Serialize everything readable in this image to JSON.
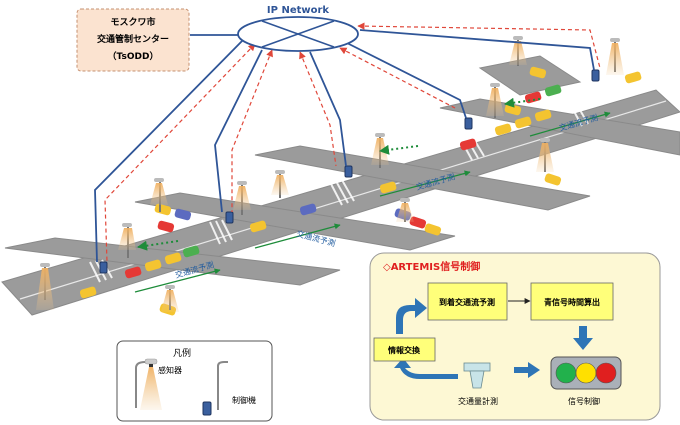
{
  "center": {
    "line1": "モスクワ市",
    "line2": "交通管制センター",
    "line3": "（TsODD）"
  },
  "network": {
    "label": "IP Network"
  },
  "road_labels": [
    "交通流予測",
    "交通流予測",
    "交通流予測",
    "交通流予測"
  ],
  "legend": {
    "title": "凡例",
    "sensor": "感知器",
    "controller": "制御機"
  },
  "artemis": {
    "title": "◇ARTEMIS信号制御",
    "box_prediction": "到着交通流予測",
    "box_timing": "青信号時間算出",
    "box_exchange": "情報交換",
    "label_signal": "信号制御",
    "label_measure": "交通量計測"
  },
  "colors": {
    "road": "#9e9e9e",
    "network_line": "#2f5597",
    "dashed_line": "#e0473a",
    "flow_arrow": "#1e8c3a",
    "center_fill": "#fbe3d0",
    "panel_fill": "#fdf8d4",
    "box_fill": "#ffff7a",
    "process_arrow": "#2e75b6",
    "light_green": "#22b14c",
    "light_yellow": "#ffe000",
    "light_red": "#e01f1f"
  }
}
